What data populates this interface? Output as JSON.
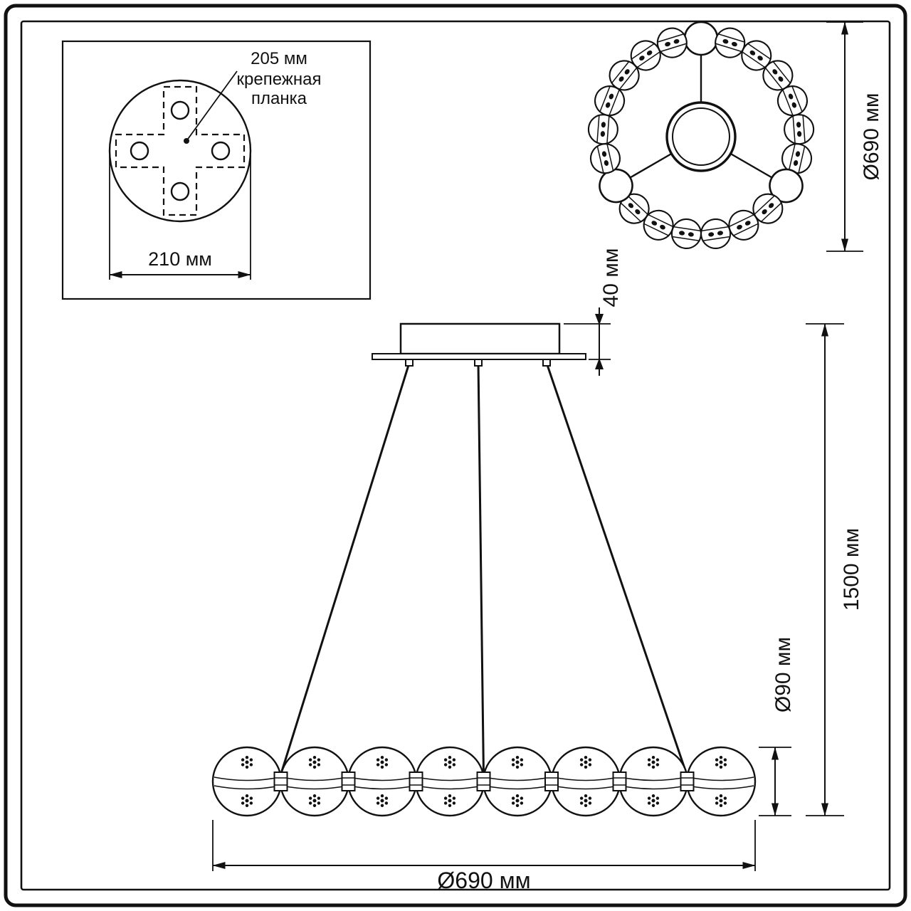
{
  "colors": {
    "line": "#111111",
    "background": "#ffffff"
  },
  "drawing": {
    "mount_detail": {
      "callout_dim": "205 мм",
      "callout_line1": "крепежная",
      "callout_line2": "планка",
      "plate_width": "210 мм"
    },
    "top_view": {
      "diameter": "Ø690 мм"
    },
    "front_view": {
      "canopy_height": "40 мм",
      "overall_height": "1500 мм",
      "sphere_diameter": "Ø90 мм",
      "width": "Ø690 мм"
    }
  }
}
